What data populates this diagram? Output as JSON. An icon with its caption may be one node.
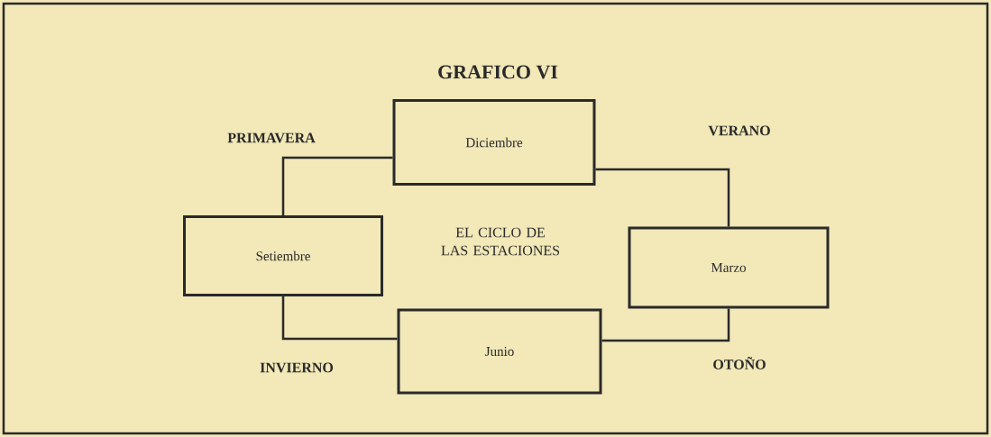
{
  "diagram": {
    "title": "GRAFICO VI",
    "nodes": [
      {
        "text": [
          "Diciembre"
        ]
      },
      {
        "text": [
          "Setiembre"
        ]
      },
      {
        "text": [
          "Marzo"
        ]
      },
      {
        "text": [
          "Junio"
        ]
      }
    ],
    "edges": [
      {
        "from": 0,
        "to": 1,
        "arrow": "none"
      },
      {
        "from": 0,
        "to": 2,
        "arrow": "none"
      },
      {
        "from": 2,
        "to": 3,
        "arrow": "none"
      },
      {
        "from": 3,
        "to": 1,
        "arrow": "none"
      }
    ],
    "labels": [
      "PRIMAVERA",
      "VERANO",
      "EL CICLO DE LAS ESTACIONES",
      "INVIERNO",
      "OTOÑO"
    ]
  }
}
